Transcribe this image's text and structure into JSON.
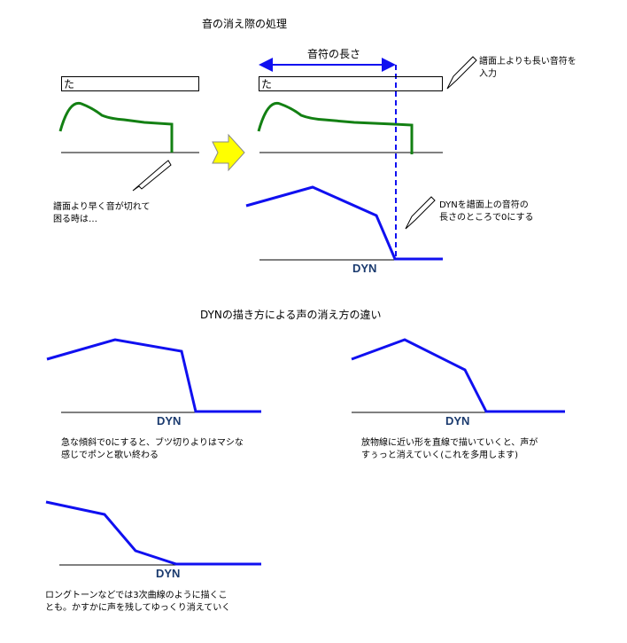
{
  "title": "音の消え際の処理",
  "note_length_label": "音符の長さ",
  "lyric_left": "た",
  "lyric_right": "た",
  "callout_early_cut": [
    "譜面より早く音が切れて",
    "困る時は…"
  ],
  "callout_longer_note": [
    "譜面上よりも長い音符を",
    "入力"
  ],
  "callout_dyn_zero": [
    "DYNを譜面上の音符の",
    "長さのところで0にする"
  ],
  "dyn_label": "DYN",
  "section2_title": "DYNの描き方による声の消え方の違い",
  "examples": [
    {
      "dyn": "DYN",
      "caption": [
        "急な傾斜で0にすると、ブツ切りよりはマシな",
        "感じでポンと歌い終わる"
      ]
    },
    {
      "dyn": "DYN",
      "caption": [
        "放物線に近い形を直線で描いていくと、声が",
        "すぅっと消えていく(これを多用します)"
      ]
    },
    {
      "dyn": "DYN",
      "caption": [
        "ロングトーンなどでは3次曲線のように描くこ",
        "とも。かすかに声を残してゆっくり消えていく"
      ]
    }
  ],
  "colors": {
    "pitch": "#138013",
    "dyn": "#1010f0",
    "arrow": "#ffff00"
  }
}
